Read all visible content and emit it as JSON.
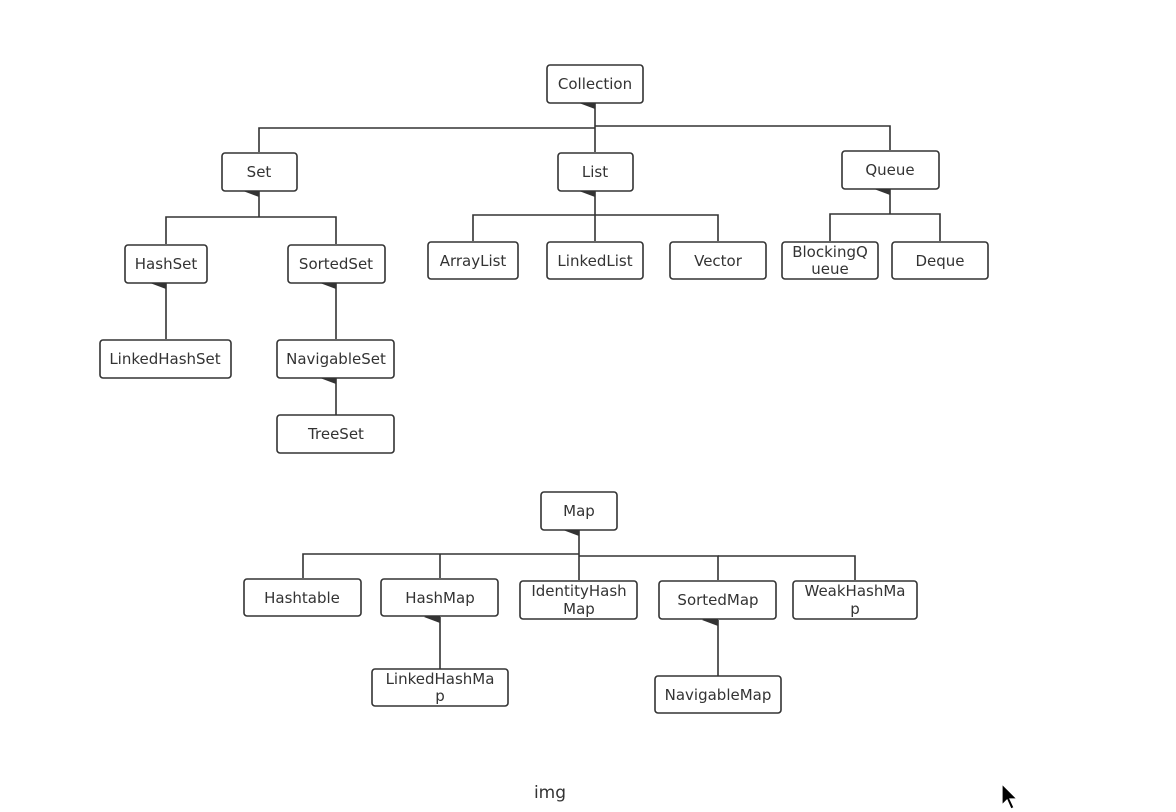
{
  "caption": "img",
  "diagram": {
    "collection": "Collection",
    "set": "Set",
    "list": "List",
    "queue": "Queue",
    "hashset": "HashSet",
    "sortedset": "SortedSet",
    "arraylist": "ArrayList",
    "linkedlist": "LinkedList",
    "vector": "Vector",
    "blockingqueue": [
      "BlockingQ",
      "ueue"
    ],
    "deque": "Deque",
    "linkedhashset": "LinkedHashSet",
    "navigableset": "NavigableSet",
    "treeset": "TreeSet",
    "map": "Map",
    "hashtable": "Hashtable",
    "hashmap": "HashMap",
    "identityhashmap": [
      "IdentityHash",
      "Map"
    ],
    "sortedmap": "SortedMap",
    "weakhashmap": [
      "WeakHashMa",
      "p"
    ],
    "linkedhashmap": [
      "LinkedHashMa",
      "p"
    ],
    "navigablemap": "NavigableMap"
  },
  "colors": {
    "stroke": "#333333",
    "background": "#ffffff"
  }
}
